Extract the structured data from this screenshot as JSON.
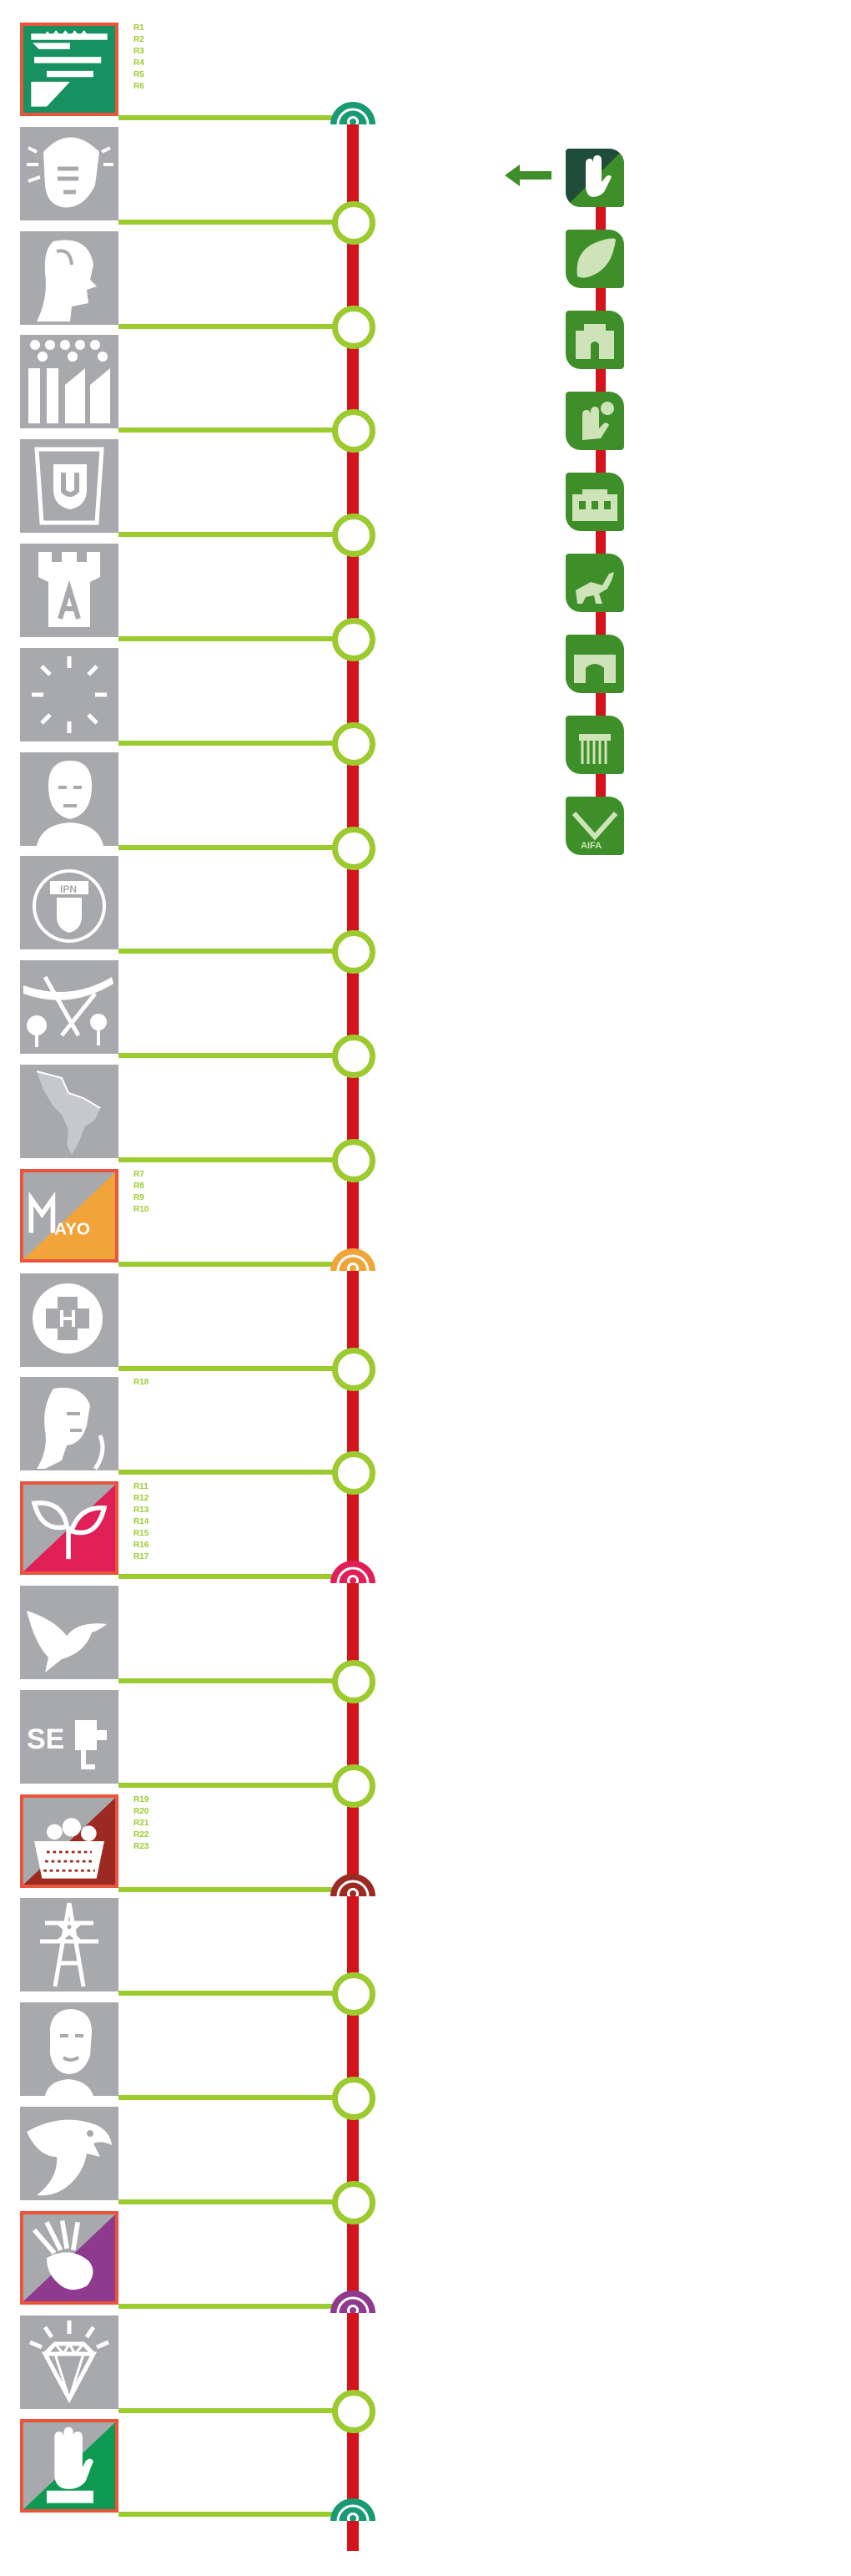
{
  "colors": {
    "line_red": "#d3141c",
    "connector_green": "#9bcb2f",
    "icon_gray": "#a7a9ac",
    "highlight_border": "#e8553c",
    "branch_green": "#3e8f2a"
  },
  "stations": [
    {
      "icon": "building-logo-icon",
      "transfer": true,
      "transfer_color": "#1a9a72",
      "routes": [
        "R1",
        "R2",
        "R3",
        "R4",
        "R5",
        "R6"
      ]
    },
    {
      "icon": "indigenous-head-icon",
      "transfer": false,
      "routes": []
    },
    {
      "icon": "profile-woman-icon",
      "transfer": false,
      "routes": []
    },
    {
      "icon": "industry-icon",
      "transfer": false,
      "routes": []
    },
    {
      "icon": "university-crest-icon",
      "transfer": false,
      "routes": []
    },
    {
      "icon": "tower-a-icon",
      "transfer": false,
      "routes": []
    },
    {
      "icon": "sun-moon-icon",
      "transfer": false,
      "routes": []
    },
    {
      "icon": "man-portrait-icon",
      "transfer": false,
      "routes": []
    },
    {
      "icon": "ipn-crest-icon",
      "transfer": false,
      "routes": []
    },
    {
      "icon": "trees-road-icon",
      "transfer": false,
      "routes": []
    },
    {
      "icon": "latin-america-map-icon",
      "transfer": false,
      "routes": []
    },
    {
      "icon": "mayo-logo-icon",
      "transfer": true,
      "transfer_color": "#f0a43a",
      "routes": [
        "R7",
        "R8",
        "R9",
        "R10"
      ]
    },
    {
      "icon": "hospital-cross-icon",
      "transfer": false,
      "routes": []
    },
    {
      "icon": "man-bust-icon",
      "transfer": false,
      "routes": [
        "R18"
      ]
    },
    {
      "icon": "leaves-logo-icon",
      "transfer": true,
      "transfer_color": "#e01f57",
      "routes": [
        "R11",
        "R12",
        "R13",
        "R14",
        "R15",
        "R16",
        "R17"
      ]
    },
    {
      "icon": "dove-icon",
      "transfer": false,
      "routes": []
    },
    {
      "icon": "sep-logo-icon",
      "transfer": false,
      "routes": []
    },
    {
      "icon": "basket-icon",
      "transfer": true,
      "transfer_color": "#9c2a22",
      "routes": [
        "R19",
        "R20",
        "R21",
        "R22",
        "R23"
      ]
    },
    {
      "icon": "power-tower-icon",
      "transfer": false,
      "routes": []
    },
    {
      "icon": "elder-portrait-icon",
      "transfer": false,
      "routes": []
    },
    {
      "icon": "eagle-head-icon",
      "transfer": false,
      "routes": []
    },
    {
      "icon": "feather-headdress-icon",
      "transfer": true,
      "transfer_color": "#8e3a8f",
      "routes": []
    },
    {
      "icon": "diamond-icon",
      "transfer": false,
      "routes": []
    },
    {
      "icon": "raised-hand-icon",
      "transfer": true,
      "transfer_color": "#1a9a72",
      "routes": []
    }
  ],
  "branch": {
    "arrow_icon": "arrow-left-icon",
    "stations": [
      {
        "icon": "hand-logo-icon"
      },
      {
        "icon": "leaf-icon"
      },
      {
        "icon": "cathedral-icon"
      },
      {
        "icon": "hand-tree-icon"
      },
      {
        "icon": "palace-icon"
      },
      {
        "icon": "running-deer-icon"
      },
      {
        "icon": "arch-icon"
      },
      {
        "icon": "comb-icon"
      },
      {
        "icon": "aifa-logo-icon"
      }
    ]
  }
}
